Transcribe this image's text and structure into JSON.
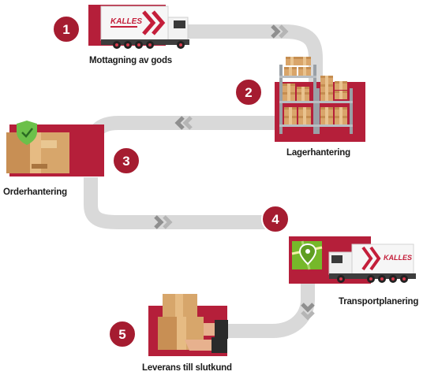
{
  "brand": {
    "logo_text": "KALLES"
  },
  "colors": {
    "accent": "#b51f3a",
    "path": "#d9d9d9",
    "chevron": "#8f8f8f",
    "cardboard": "#d7a66b",
    "shield": "#6cc04a"
  },
  "steps": [
    {
      "number": "1",
      "label": "Mottagning av gods",
      "icon": "truck-icon"
    },
    {
      "number": "2",
      "label": "Lagerhantering",
      "icon": "warehouse-shelves-icon"
    },
    {
      "number": "3",
      "label": "Orderhantering",
      "icon": "secured-package-icon"
    },
    {
      "number": "4",
      "label": "Transportplanering",
      "icon": "map-truck-icon"
    },
    {
      "number": "5",
      "label": "Leverans till slutkund",
      "icon": "handover-boxes-icon"
    }
  ]
}
